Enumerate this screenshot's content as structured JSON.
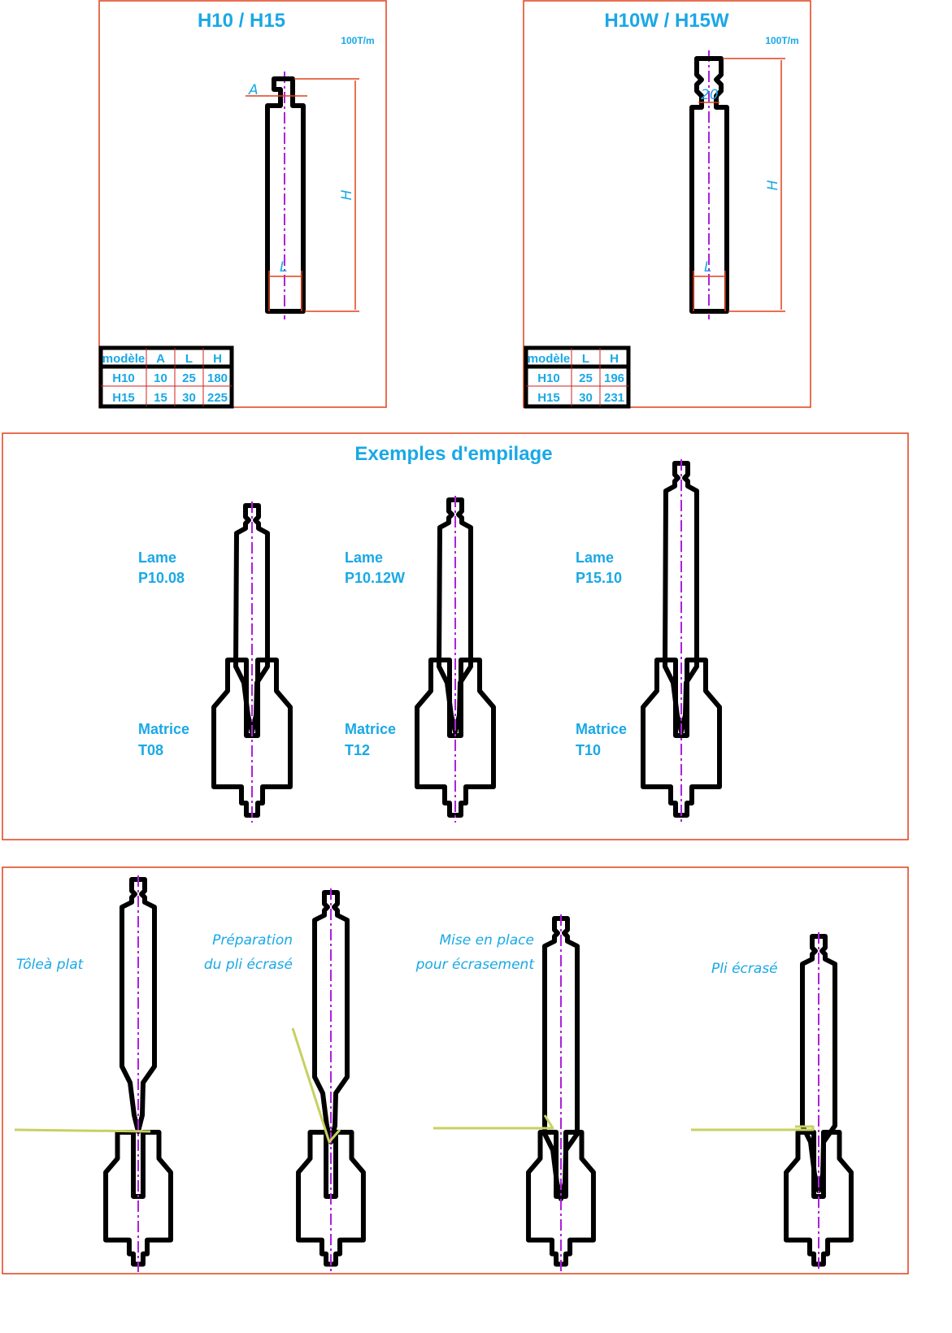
{
  "panel_h": {
    "title": "H10 / H15",
    "capacity": "100T/m",
    "dim_a": "A",
    "dim_h": "H",
    "dim_l": "L",
    "table": {
      "headers": [
        "modèle",
        "A",
        "L",
        "H"
      ],
      "rows": [
        [
          "H10",
          "10",
          "25",
          "180"
        ],
        [
          "H15",
          "15",
          "30",
          "225"
        ]
      ]
    }
  },
  "panel_hw": {
    "title": "H10W / H15W",
    "capacity": "100T/m",
    "dim_20": "20",
    "dim_h": "H",
    "dim_l": "L",
    "table": {
      "headers": [
        "modèle",
        "L",
        "H"
      ],
      "rows": [
        [
          "H10",
          "25",
          "196"
        ],
        [
          "H15",
          "30",
          "231"
        ]
      ]
    }
  },
  "stacking": {
    "title": "Exemples d'empilage",
    "examples": [
      {
        "lame": "Lame",
        "punch": "P10.08",
        "matrice": "Matrice",
        "die": "T08"
      },
      {
        "lame": "Lame",
        "punch": "P10.12W",
        "matrice": "Matrice",
        "die": "T12"
      },
      {
        "lame": "Lame",
        "punch": "P15.10",
        "matrice": "Matrice",
        "die": "T10"
      }
    ]
  },
  "steps": [
    {
      "lines": [
        "Tôleà plat"
      ]
    },
    {
      "lines": [
        "Préparation",
        "du pli écrasé"
      ]
    },
    {
      "lines": [
        "Mise en place",
        "pour écrasement"
      ]
    },
    {
      "lines": [
        "Pli écrasé"
      ]
    }
  ],
  "colors": {
    "frame": "#e0401a",
    "text": "#1aa8e6",
    "axis": "#b020e0",
    "sheet": "#c8d060"
  }
}
